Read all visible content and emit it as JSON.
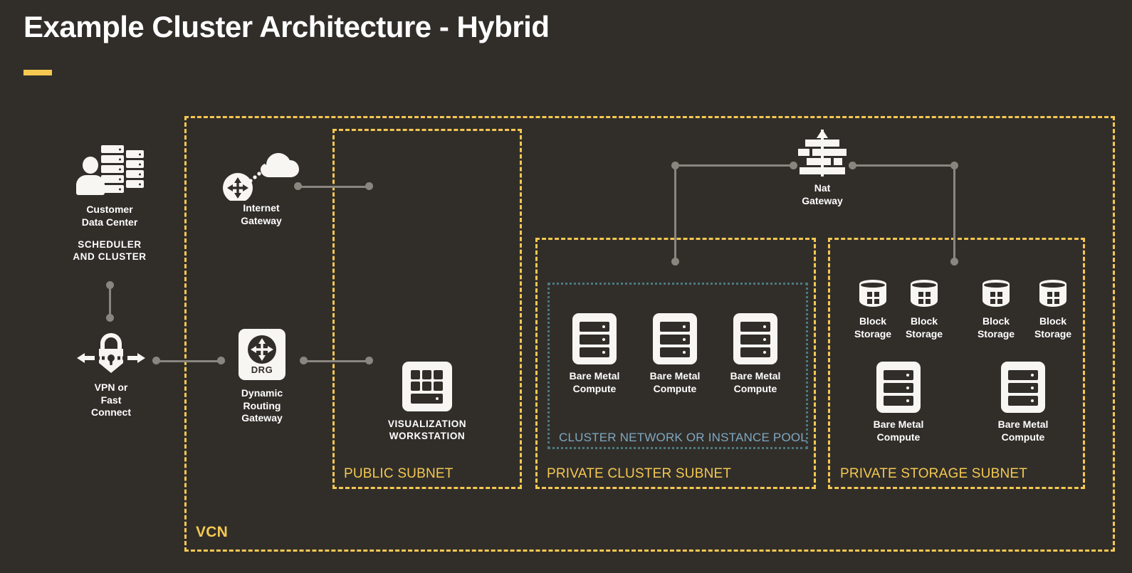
{
  "page": {
    "title": "Example Cluster Architecture - Hybrid",
    "background_color": "#312E2A",
    "accent_color": "#F5C851",
    "line_color": "#8A857E",
    "cluster_net_color": "#7FA8C1"
  },
  "zones": {
    "vcn": {
      "label": "VCN"
    },
    "public_subnet": {
      "label": "PUBLIC SUBNET"
    },
    "private_cluster_subnet": {
      "label": "PRIVATE CLUSTER SUBNET"
    },
    "private_storage_subnet": {
      "label": "PRIVATE STORAGE SUBNET"
    },
    "cluster_network": {
      "label": "CLUSTER NETWORK OR INSTANCE POOL"
    }
  },
  "nodes": {
    "customer_data_center": {
      "label": "Customer\nData Center",
      "icon": "customer-data-center-icon"
    },
    "scheduler_and_cluster": {
      "label": "SCHEDULER\nAND CLUSTER"
    },
    "vpn_or_fast_connect": {
      "label": "VPN or\nFast\nConnect",
      "icon": "vpn-lock-icon"
    },
    "internet_gateway": {
      "label": "Internet\nGateway",
      "icon": "internet-gateway-icon"
    },
    "dynamic_routing_gateway": {
      "label": "Dynamic\nRouting\nGateway",
      "icon": "drg-icon",
      "badge": "DRG"
    },
    "visualization_workstation": {
      "label": "VISUALIZATION\nWORKSTATION",
      "icon": "visualization-workstation-icon"
    },
    "nat_gateway": {
      "label": "Nat\nGateway",
      "icon": "nat-gateway-icon"
    }
  },
  "cluster_compute": [
    {
      "label": "Bare Metal\nCompute",
      "icon": "bare-metal-compute-icon"
    },
    {
      "label": "Bare Metal\nCompute",
      "icon": "bare-metal-compute-icon"
    },
    {
      "label": "Bare Metal\nCompute",
      "icon": "bare-metal-compute-icon"
    }
  ],
  "block_storage": [
    {
      "label": "Block\nStorage",
      "icon": "block-storage-icon"
    },
    {
      "label": "Block\nStorage",
      "icon": "block-storage-icon"
    },
    {
      "label": "Block\nStorage",
      "icon": "block-storage-icon"
    },
    {
      "label": "Block\nStorage",
      "icon": "block-storage-icon"
    }
  ],
  "storage_compute": [
    {
      "label": "Bare Metal\nCompute",
      "icon": "bare-metal-compute-icon"
    },
    {
      "label": "Bare Metal\nCompute",
      "icon": "bare-metal-compute-icon"
    }
  ]
}
